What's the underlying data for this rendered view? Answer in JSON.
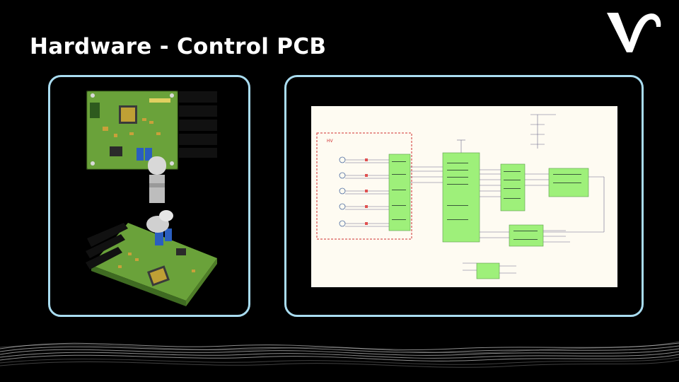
{
  "slide": {
    "title": "Hardware - Control PCB",
    "logo_icon": "v-wave-logo-icon",
    "accent_border": "#a9dcf0",
    "background": "#000000"
  },
  "left_panel": {
    "image": "control-pcb-3d-render",
    "pcb_color": "#6aa23a"
  },
  "right_panel": {
    "image": "control-pcb-schematic",
    "schematic": {
      "hv_label": "HV",
      "block_color": "#9ef07a",
      "paper_color": "#fefbf2"
    }
  },
  "footer": {
    "decoration": "white-wave-lines"
  }
}
